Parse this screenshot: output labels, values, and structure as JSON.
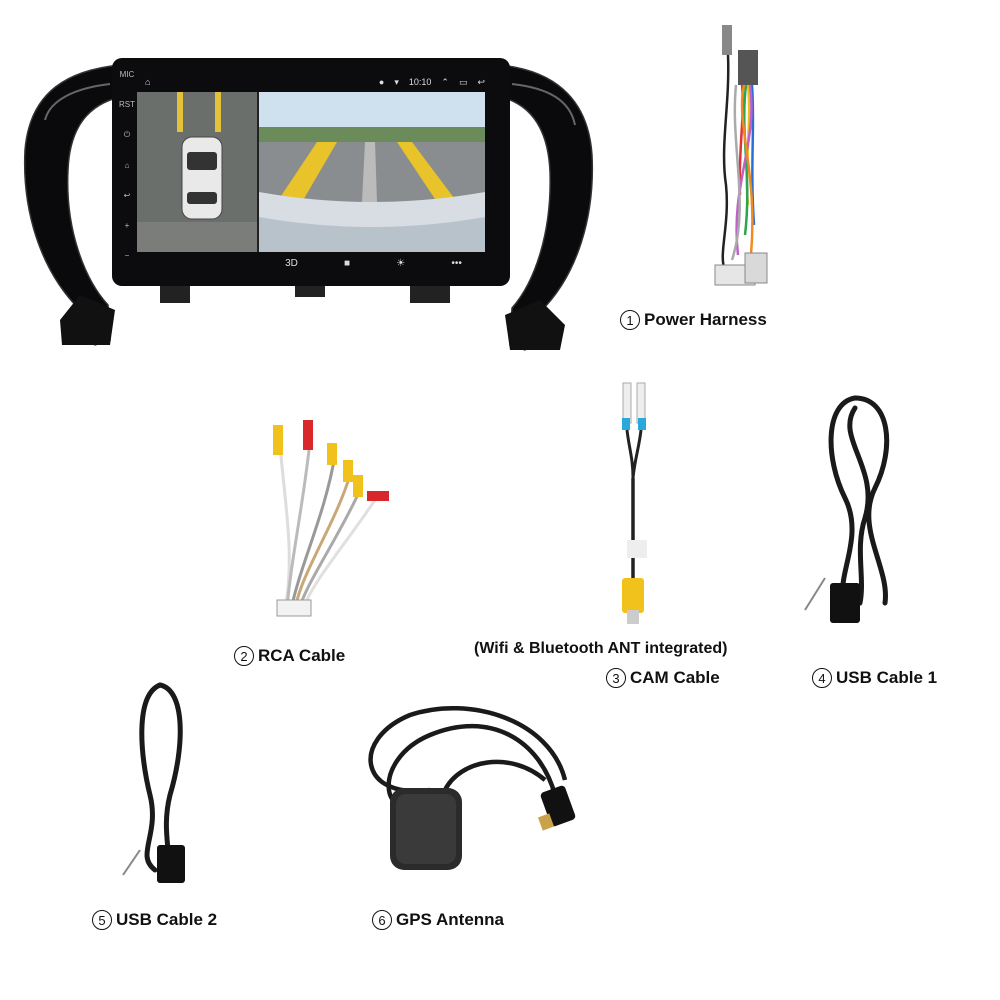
{
  "head_unit": {
    "status_time": "10:10",
    "side_labels": [
      "MIC",
      "RST"
    ],
    "bottom_icons": [
      "3d-view-icon",
      "camera-icon",
      "brightness-icon",
      "more-icon"
    ],
    "bottom_3d_label": "3D"
  },
  "items": [
    {
      "number": "1",
      "name": "Power Harness"
    },
    {
      "number": "2",
      "name": "RCA Cable"
    },
    {
      "number": "3",
      "name": "CAM Cable"
    },
    {
      "number": "4",
      "name": "USB Cable 1"
    },
    {
      "number": "5",
      "name": "USB Cable 2"
    },
    {
      "number": "6",
      "name": "GPS Antenna"
    }
  ],
  "cam_note": "(Wifi & Bluetooth ANT integrated)",
  "colors": {
    "frame": "#0a0a0c",
    "rca_red": "#d8282b",
    "rca_yellow": "#f1c21b",
    "cable": "#1a1a1a"
  }
}
